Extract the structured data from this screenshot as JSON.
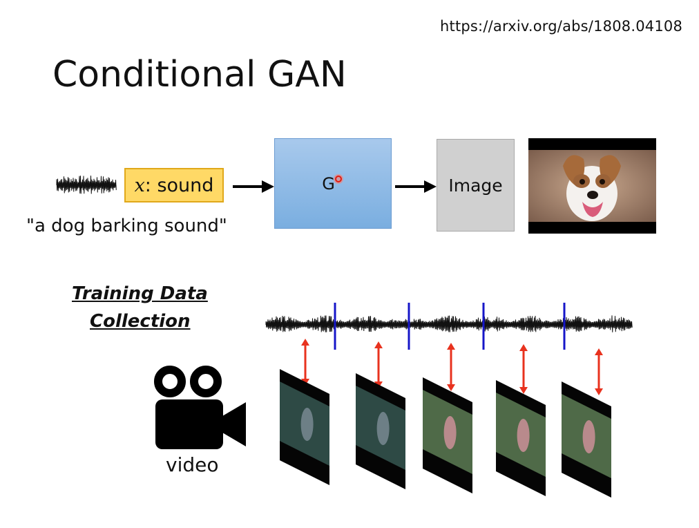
{
  "url_text": "https://arxiv.org/abs/1808.04108",
  "title": "Conditional GAN",
  "input_box": {
    "var": "x",
    "label": ": sound"
  },
  "caption": "\"a dog barking sound\"",
  "generator_label": "G",
  "output_label": "Image",
  "training": {
    "line1": "Training Data",
    "line2": "Collection"
  },
  "video_label": "video",
  "colors": {
    "input_fill": "#ffd966",
    "generator_fill": "#8fbbe6",
    "output_fill": "#d0d0d0",
    "segment_line": "#1616c8",
    "link_arrow": "#e8321e",
    "cursor": "#ff2a1a"
  },
  "frames": [
    {
      "scene": "dark-street"
    },
    {
      "scene": "dark-street"
    },
    {
      "scene": "green-field"
    },
    {
      "scene": "green-field"
    },
    {
      "scene": "green-field"
    }
  ]
}
